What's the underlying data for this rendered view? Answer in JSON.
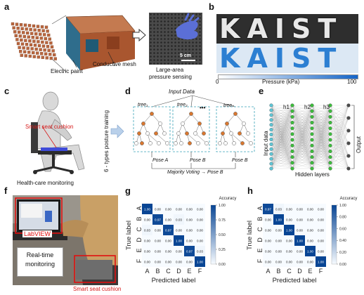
{
  "panels": {
    "a": {
      "letter": "a",
      "electric_paint": "Electric paint",
      "conductive_mesh": "Conductive mesh",
      "scale": "5 cm",
      "caption_line1": "Large-area",
      "caption_line2": "pressure sensing"
    },
    "b": {
      "letter": "b",
      "word": "KAIST",
      "colorbar_min": "0",
      "colorbar_label": "Pressure (kPa)",
      "colorbar_max": "100"
    },
    "c": {
      "letter": "c",
      "seat_label": "Smart seat cushion",
      "caption": "Health-care monitoring",
      "side_label": "6 - types posture training"
    },
    "d": {
      "letter": "d",
      "input": "Input Data",
      "trees": [
        "tree₁",
        "tree₂",
        "treeₙ"
      ],
      "dots": "•••",
      "poses": [
        "Pose A",
        "Pose B",
        "Pose B"
      ],
      "vote": "Majority Voting",
      "arrow": "→",
      "result": "Pose B"
    },
    "e": {
      "letter": "e",
      "layers": [
        "h1",
        "h2",
        "h3"
      ],
      "input": "Input data",
      "output": "Output",
      "hidden": "Hidden layers"
    },
    "f": {
      "letter": "f",
      "labview": "LabVIEW",
      "realtime_line1": "Real-time",
      "realtime_line2": "monitoring",
      "seat": "Smart seat cushion"
    },
    "g": {
      "letter": "g"
    },
    "h": {
      "letter": "h"
    }
  },
  "chart_data": [
    {
      "type": "heatmap",
      "panel": "g",
      "title": "Accuracy",
      "xlabel": "Predicted label",
      "ylabel": "True label",
      "categories": [
        "A",
        "B",
        "C",
        "D",
        "E",
        "F"
      ],
      "colorbar_ticks": [
        "1.00",
        "0.75",
        "0.50",
        "0.25",
        "0.00"
      ],
      "values": [
        [
          1.0,
          0.0,
          0.0,
          0.0,
          0.0,
          0.0
        ],
        [
          0.0,
          0.97,
          0.0,
          0.03,
          0.0,
          0.0
        ],
        [
          0.03,
          0.0,
          0.97,
          0.0,
          0.0,
          0.0
        ],
        [
          0.0,
          0.0,
          0.0,
          1.0,
          0.0,
          0.0
        ],
        [
          0.0,
          0.0,
          0.0,
          0.0,
          0.97,
          0.03
        ],
        [
          0.0,
          0.0,
          0.0,
          0.0,
          0.0,
          1.0
        ]
      ]
    },
    {
      "type": "heatmap",
      "panel": "h",
      "title": "Accuracy",
      "xlabel": "Predicted label",
      "ylabel": "True label",
      "categories": [
        "A",
        "B",
        "C",
        "D",
        "E",
        "F"
      ],
      "colorbar_ticks": [
        "1.00",
        "0.80",
        "0.60",
        "0.40",
        "0.20",
        "0.00"
      ],
      "values": [
        [
          0.97,
          0.03,
          0.0,
          0.0,
          0.0,
          0.0
        ],
        [
          0.0,
          1.0,
          0.0,
          0.0,
          0.0,
          0.0
        ],
        [
          0.0,
          0.0,
          1.0,
          0.0,
          0.0,
          0.0
        ],
        [
          0.0,
          0.0,
          0.0,
          1.0,
          0.0,
          0.0
        ],
        [
          0.0,
          0.0,
          0.0,
          0.0,
          1.0,
          0.0
        ],
        [
          0.0,
          0.0,
          0.0,
          0.0,
          0.0,
          1.0
        ]
      ]
    }
  ]
}
